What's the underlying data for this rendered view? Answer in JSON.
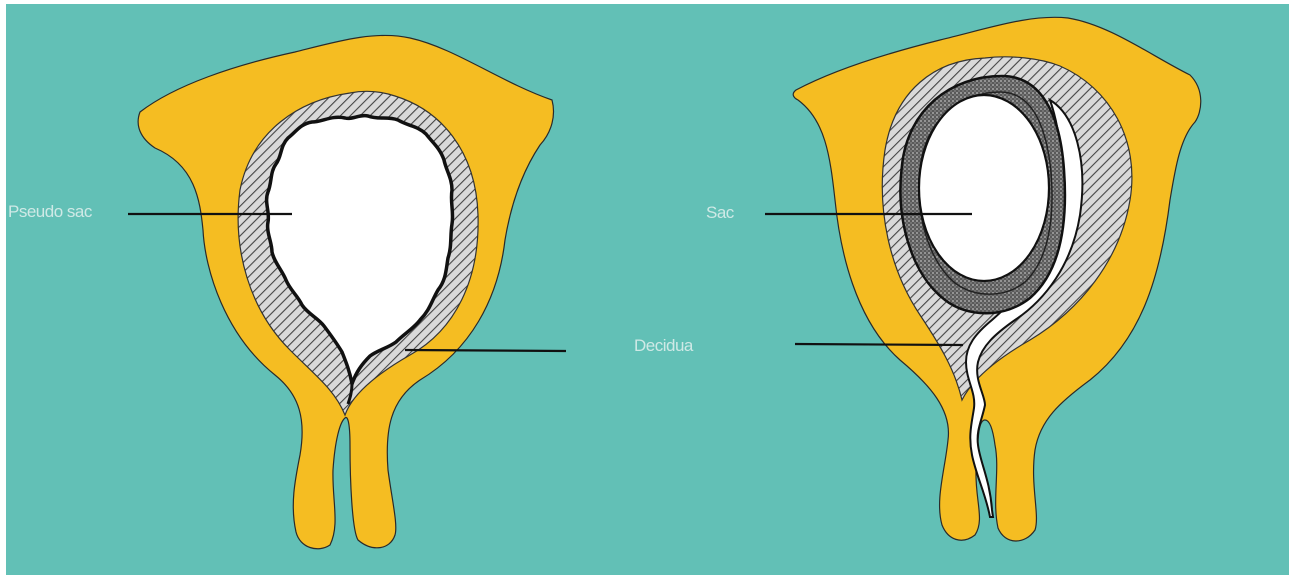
{
  "diagram": {
    "colors": {
      "background": "#62c0b6",
      "uterus_wall": "#f5bd22",
      "hatched_layer": "#9d9d9d",
      "cavity": "#ffffff",
      "line": "#111111",
      "label_text": "#cfe9e6"
    },
    "left_panel": {
      "label": "Pseudo sac"
    },
    "right_panel": {
      "label_top": "Sac",
      "label_bottom": "Decidua"
    }
  }
}
